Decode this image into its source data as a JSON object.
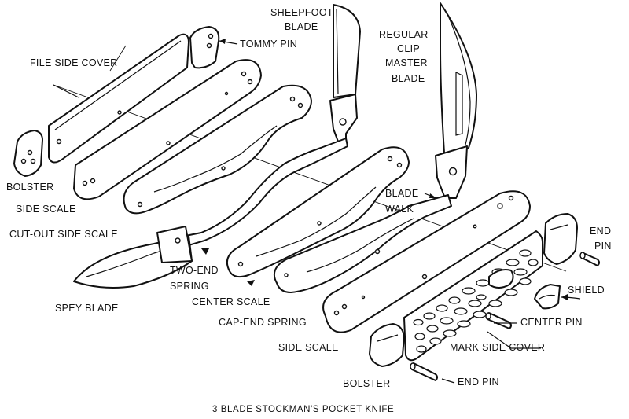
{
  "caption": "3 BLADE STOCKMAN'S POCKET KNIFE",
  "labels": {
    "sheepfoot_blade_1": "SHEEPFOOT",
    "sheepfoot_blade_2": "BLADE",
    "tommy_pin": "TOMMY PIN",
    "regular_1": "REGULAR",
    "regular_2": "CLIP",
    "regular_3": "MASTER",
    "regular_4": "BLADE",
    "file_side_cover": "FILE SIDE COVER",
    "bolster_left": "BOLSTER",
    "side_scale_left": "SIDE SCALE",
    "cut_out_side_scale": "CUT-OUT SIDE SCALE",
    "blade_walk_1": "BLADE",
    "blade_walk_2": "WALK",
    "end_pin_top_1": "END",
    "end_pin_top_2": "PIN",
    "shield": "SHIELD",
    "two_end_spring_1": "TWO-END",
    "two_end_spring_2": "SPRING",
    "spey_blade": "SPEY BLADE",
    "center_scale": "CENTER SCALE",
    "cap_end_spring": "CAP-END SPRING",
    "center_pin": "CENTER PIN",
    "side_scale_right": "SIDE SCALE",
    "mark_side_cover": "MARK SIDE COVER",
    "bolster_bottom": "BOLSTER",
    "end_pin_bottom": "END PIN"
  }
}
